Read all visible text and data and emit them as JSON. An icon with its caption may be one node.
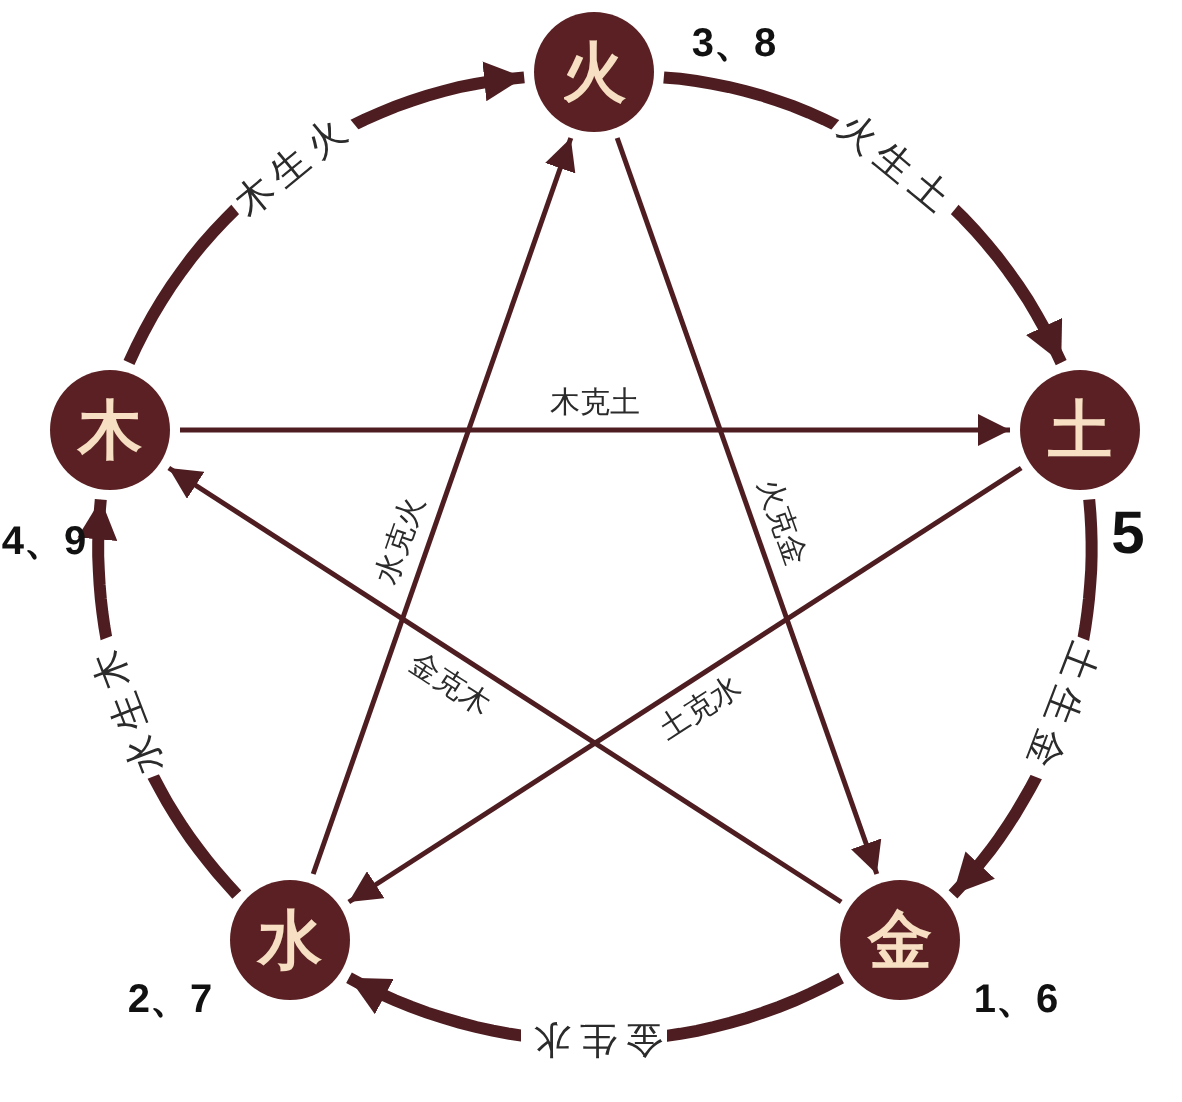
{
  "diagram": {
    "nodes": [
      {
        "text": [
          "火"
        ],
        "beside": [
          "3、8"
        ]
      },
      {
        "text": [
          "土"
        ],
        "beside": [
          "5"
        ]
      },
      {
        "text": [
          "金"
        ],
        "beside": [
          "1、6"
        ]
      },
      {
        "text": [
          "水"
        ],
        "beside": [
          "2、7"
        ]
      },
      {
        "text": [
          "木"
        ],
        "beside": [
          "4、9"
        ]
      }
    ],
    "edges": [
      {
        "from": 4,
        "to": 0,
        "arrow": "to",
        "label": "木生火",
        "style": "thick"
      },
      {
        "from": 0,
        "to": 1,
        "arrow": "to",
        "label": "火生土",
        "style": "thick"
      },
      {
        "from": 1,
        "to": 2,
        "arrow": "to",
        "label": "土生金",
        "style": "thick"
      },
      {
        "from": 2,
        "to": 3,
        "arrow": "to",
        "label": "金生水",
        "style": "thick"
      },
      {
        "from": 3,
        "to": 4,
        "arrow": "to",
        "label": "水生木",
        "style": "thick"
      },
      {
        "from": 4,
        "to": 1,
        "arrow": "to",
        "label": "木克土"
      },
      {
        "from": 1,
        "to": 3,
        "arrow": "to",
        "label": "土克水"
      },
      {
        "from": 3,
        "to": 0,
        "arrow": "to",
        "label": "水克火"
      },
      {
        "from": 0,
        "to": 2,
        "arrow": "to",
        "label": "火克金"
      },
      {
        "from": 2,
        "to": 4,
        "arrow": "to",
        "label": "金克木"
      }
    ]
  }
}
